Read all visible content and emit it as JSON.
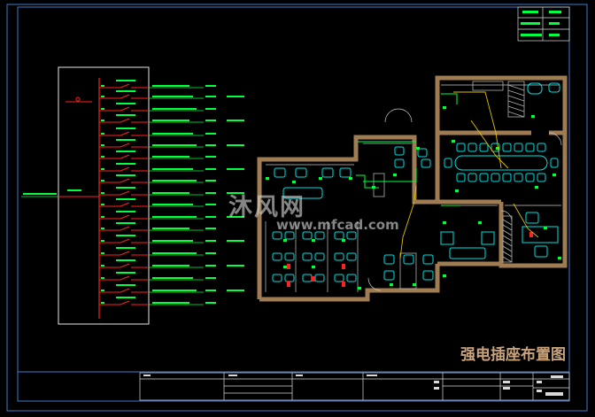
{
  "drawing_title": "强电插座布置图",
  "watermark": {
    "brand_cn": "沐风网",
    "brand_url": "www.mfcad.com"
  },
  "colors": {
    "border": "#3b7bd0",
    "wall": "#a07c52",
    "furniture": "#00e0e0",
    "circuit": "#00ff3c",
    "feed": "#ff2020",
    "leader": "#e0c000",
    "title": "#c8a27a"
  },
  "icons": [
    "logo-watermark"
  ]
}
